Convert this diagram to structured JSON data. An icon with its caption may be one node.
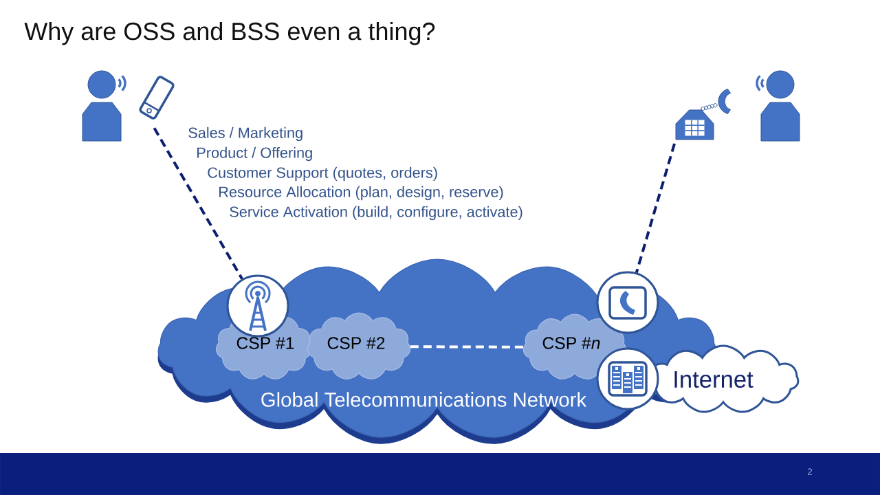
{
  "diagram": {
    "title": "Why are OSS and BSS even a thing?",
    "nodes": [
      {
        "text": [
          "Global Telecommunications Network"
        ]
      },
      {
        "text": [
          "CSP #1"
        ],
        "in": 0
      },
      {
        "text": [
          "CSP #2"
        ],
        "in": 0
      },
      {
        "text": [
          "CSP #*n*"
        ],
        "in": 0
      },
      {
        "text": [
          "Internet"
        ]
      },
      {
        "text": [],
        "shape": "picture"
      },
      {
        "text": [],
        "shape": "circle",
        "in": 0
      },
      {
        "text": [],
        "shape": "picture"
      },
      {
        "text": [],
        "shape": "circle",
        "in": 0
      },
      {
        "text": [],
        "shape": "circle",
        "in": 0
      }
    ],
    "edges": [
      {
        "from": 5,
        "to": 6,
        "arrow": "none",
        "style": "dashed"
      },
      {
        "from": 7,
        "to": 8,
        "arrow": "none",
        "style": "dashed"
      },
      {
        "from": 2,
        "to": 3,
        "arrow": "none",
        "style": "dashed",
        "color": "#ffffff"
      }
    ],
    "labels": [
      "Sales / Marketing",
      "Product / Offering",
      "Customer Support (quotes, orders)",
      "Resource Allocation (plan, design, reserve)",
      "Service Activation (build, configure, activate)",
      "2"
    ]
  }
}
